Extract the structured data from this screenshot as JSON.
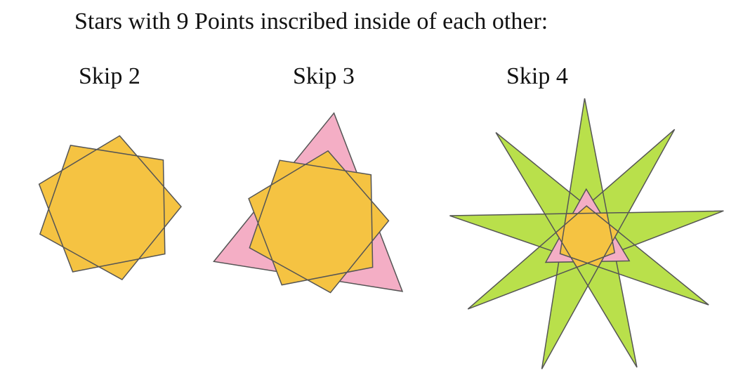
{
  "title": "Stars with 9 Points inscribed inside of each other:",
  "points": 9,
  "colors": {
    "inner": "#f5c342",
    "middle": "#f4aec5",
    "outer": "#b9e04b",
    "stroke": "#555555"
  },
  "stars": [
    {
      "label": "Skip 2",
      "layers": [
        2
      ]
    },
    {
      "label": "Skip 3",
      "layers": [
        3,
        2
      ]
    },
    {
      "label": "Skip 4",
      "layers": [
        4,
        3,
        2
      ]
    }
  ]
}
